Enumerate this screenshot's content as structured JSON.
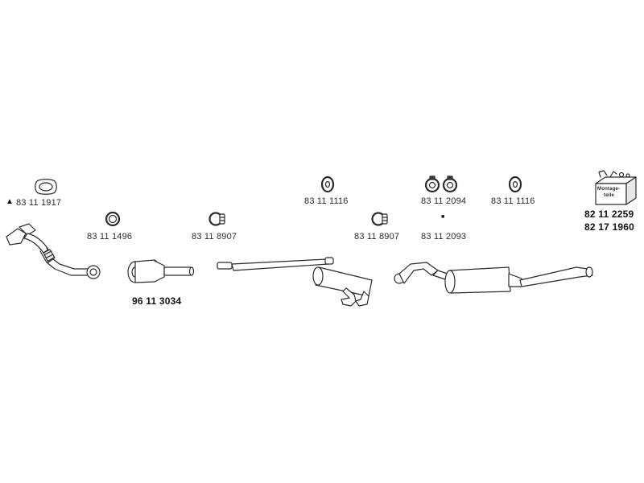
{
  "labels": {
    "gasket_triangle_part": "83 11 1917",
    "ring_gasket_part": "83 11 1496",
    "clamp_left_part": "83 11 8907",
    "hanger_center_part": "83 11 1116",
    "clamp_right_part": "83 11 8907",
    "double_ring_part": "83 11 2094",
    "small_bracket_part": "83 11 2093",
    "hanger_right_part": "83 11 1116",
    "catalyst_part": "96 11 3034",
    "mounting_kit_part_1": "82 11 2259",
    "mounting_kit_part_2": "82 17 1960",
    "mounting_kit_box_text_1": "Montage-",
    "mounting_kit_box_text_2": "teile"
  },
  "markers": {
    "triangle": "▲",
    "small_square": "■"
  },
  "icons": [
    "gasket-icon",
    "ring-gasket-icon",
    "clamp-icon",
    "rubber-hanger-icon",
    "double-ring-icon",
    "mounting-kit-box-icon",
    "front-pipe-icon",
    "catalytic-converter-icon",
    "middle-silencer-icon",
    "rear-silencer-icon"
  ]
}
